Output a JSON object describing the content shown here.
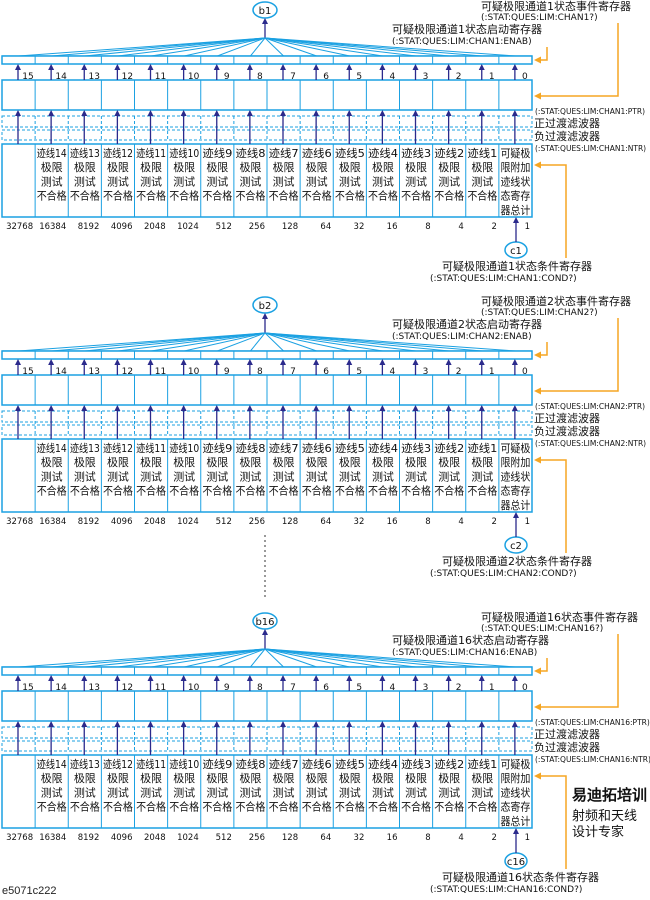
{
  "sections": [
    {
      "summary_id": "b1",
      "cond_id": "c1",
      "event_label": "可疑极限通道1状态事件寄存器",
      "event_cmd": "(:STAT:QUES:LIM:CHAN1?)",
      "enable_label": "可疑极限通道1状态启动寄存器",
      "enable_cmd": "(:STAT:QUES:LIM:CHAN1:ENAB)",
      "ptr_cmd": "(:STAT:QUES:LIM:CHAN1:PTR)",
      "ntr_cmd": "(:STAT:QUES:LIM:CHAN1:NTR)",
      "cond_label": "可疑极限通道1状态条件寄存器",
      "cond_cmd": "(:STAT:QUES:LIM:CHAN1:COND?)"
    },
    {
      "summary_id": "b2",
      "cond_id": "c2",
      "event_label": "可疑极限通道2状态事件寄存器",
      "event_cmd": "(:STAT:QUES:LIM:CHAN2?)",
      "enable_label": "可疑极限通道2状态启动寄存器",
      "enable_cmd": "(:STAT:QUES:LIM:CHAN2:ENAB)",
      "ptr_cmd": "(:STAT:QUES:LIM:CHAN2:PTR)",
      "ntr_cmd": "(:STAT:QUES:LIM:CHAN2:NTR)",
      "cond_label": "可疑极限通道2状态条件寄存器",
      "cond_cmd": "(:STAT:QUES:LIM:CHAN2:COND?)"
    },
    {
      "summary_id": "b16",
      "cond_id": "c16",
      "event_label": "可疑极限通道16状态事件寄存器",
      "event_cmd": "(:STAT:QUES:LIM:CHAN16?)",
      "enable_label": "可疑极限通道16状态启动寄存器",
      "enable_cmd": "(:STAT:QUES:LIM:CHAN16:ENAB)",
      "ptr_cmd": "(:STAT:QUES:LIM:CHAN16:PTR)",
      "ntr_cmd": "(:STAT:QUES:LIM:CHAN16:NTR)",
      "cond_label": "可疑极限通道16状态条件寄存器",
      "cond_cmd": "(:STAT:QUES:LIM:CHAN16:COND?)"
    }
  ],
  "pos_filter": "正过渡滤波器",
  "neg_filter": "负过渡滤波器",
  "bits": [
    "15",
    "14",
    "13",
    "12",
    "11",
    "10",
    "9",
    "8",
    "7",
    "6",
    "5",
    "4",
    "3",
    "2",
    "1",
    "0"
  ],
  "weights": [
    "32768",
    "16384",
    "8192",
    "4096",
    "2048",
    "1024",
    "512",
    "256",
    "128",
    "64",
    "32",
    "16",
    "8",
    "4",
    "2",
    "1"
  ],
  "cell_text": [
    [],
    [
      "迹线14",
      "极限",
      "测试",
      "不合格"
    ],
    [
      "迹线13",
      "极限",
      "测试",
      "不合格"
    ],
    [
      "迹线12",
      "极限",
      "测试",
      "不合格"
    ],
    [
      "迹线11",
      "极限",
      "测试",
      "不合格"
    ],
    [
      "迹线10",
      "极限",
      "测试",
      "不合格"
    ],
    [
      "迹线9",
      "极限",
      "测试",
      "不合格"
    ],
    [
      "迹线8",
      "极限",
      "测试",
      "不合格"
    ],
    [
      "迹线7",
      "极限",
      "测试",
      "不合格"
    ],
    [
      "迹线6",
      "极限",
      "测试",
      "不合格"
    ],
    [
      "迹线5",
      "极限",
      "测试",
      "不合格"
    ],
    [
      "迹线4",
      "极限",
      "测试",
      "不合格"
    ],
    [
      "迹线3",
      "极限",
      "测试",
      "不合格"
    ],
    [
      "迹线2",
      "极限",
      "测试",
      "不合格"
    ],
    [
      "迹线1",
      "极限",
      "测试",
      "不合格"
    ],
    [
      "可疑极",
      "限附加",
      "迹线状",
      "态寄存",
      "器总计"
    ]
  ],
  "figure_id": "e5071c222",
  "watermark": {
    "title": "易迪拓培训",
    "subtitle": "射频和天线设计专家"
  },
  "colors": {
    "register": "#1ba1e2",
    "arrow": "#2b2a8c",
    "pointer": "#f5a623",
    "text": "#111111"
  }
}
